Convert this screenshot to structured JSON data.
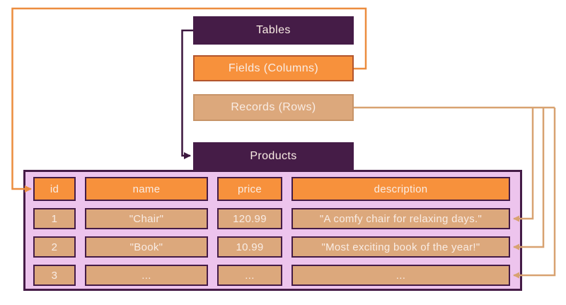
{
  "concept_boxes": {
    "tables": "Tables",
    "fields": "Fields (Columns)",
    "records": "Records (Rows)",
    "products": "Products"
  },
  "products_table": {
    "headers": [
      "id",
      "name",
      "price",
      "description"
    ],
    "rows": [
      [
        "1",
        "\"Chair\"",
        "120.99",
        "\"A comfy chair for relaxing days.\""
      ],
      [
        "2",
        "\"Book\"",
        "10.99",
        "\"Most exciting book of the year!\""
      ],
      [
        "3",
        "...",
        "...",
        "..."
      ]
    ]
  },
  "connectors": [
    {
      "from": "Tables",
      "to": "Products"
    },
    {
      "from": "Fields (Columns)",
      "to": "header row (id, name, price, description)"
    },
    {
      "from": "Records (Rows)",
      "to": "row 1"
    },
    {
      "from": "Records (Rows)",
      "to": "row 2"
    },
    {
      "from": "Records (Rows)",
      "to": "row 3"
    }
  ],
  "colors": {
    "purple": "#451c47",
    "orange": "#f7913c",
    "tan": "#dca87c",
    "pink": "#edc4ed",
    "cream": "#f9ece4",
    "orange_connector": "#ec8d3f",
    "purple_connector": "#3c173e",
    "tan_connector": "#d8a271"
  }
}
